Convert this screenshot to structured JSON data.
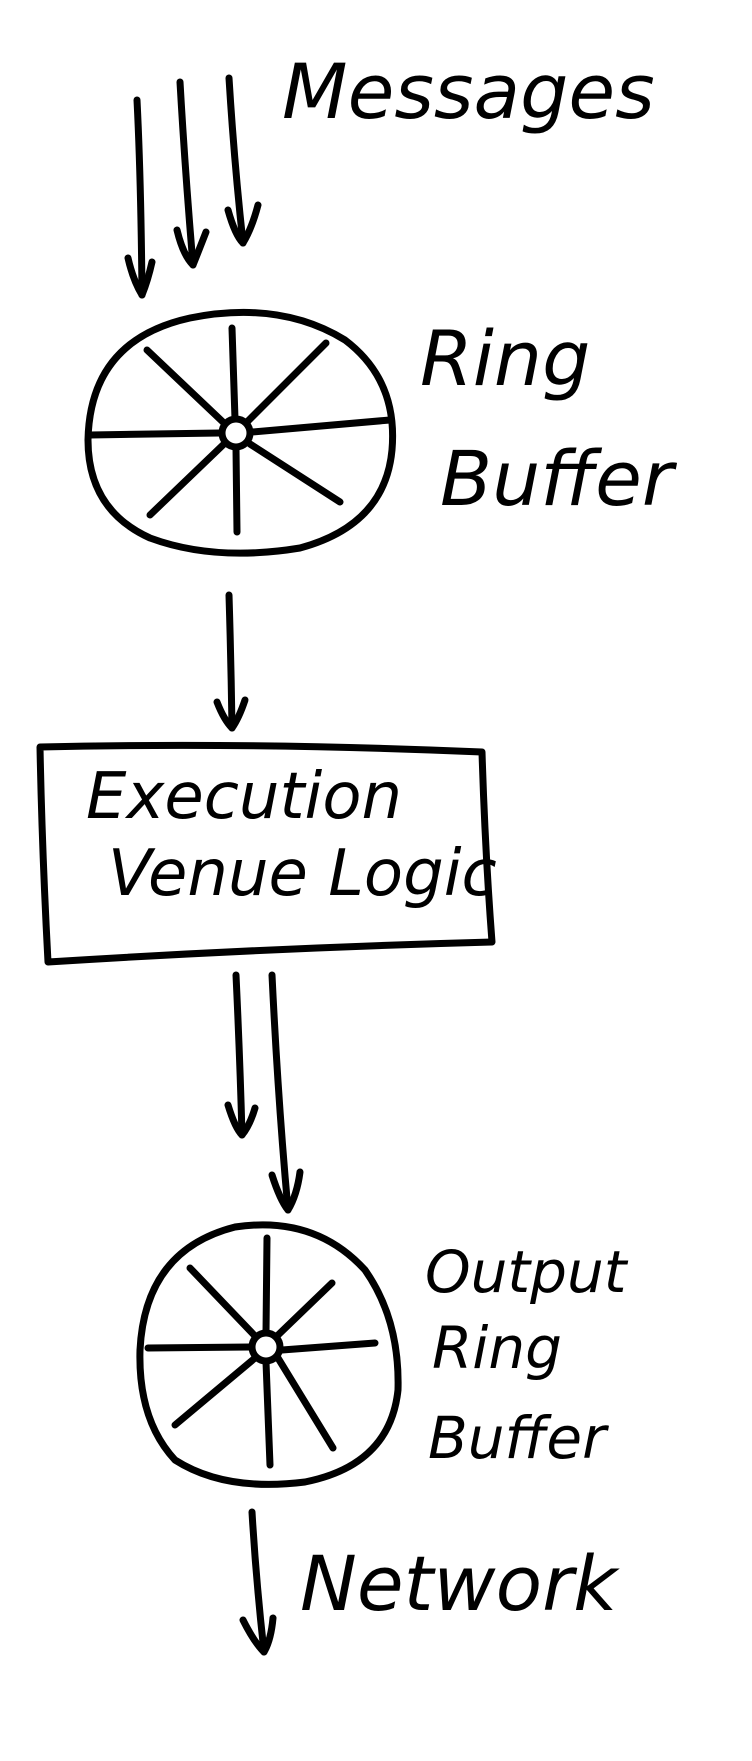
{
  "labels": {
    "messages": "Messages",
    "ring_buffer_line1": "Ring",
    "ring_buffer_line2": "Buffer",
    "execution_line1": "Execution",
    "execution_line2": "Venue Logic",
    "output_line1": "Output",
    "output_line2": "Ring",
    "output_line3": "Buffer",
    "network": "Network"
  },
  "colors": {
    "ink": "#000000",
    "background": "#ffffff"
  }
}
